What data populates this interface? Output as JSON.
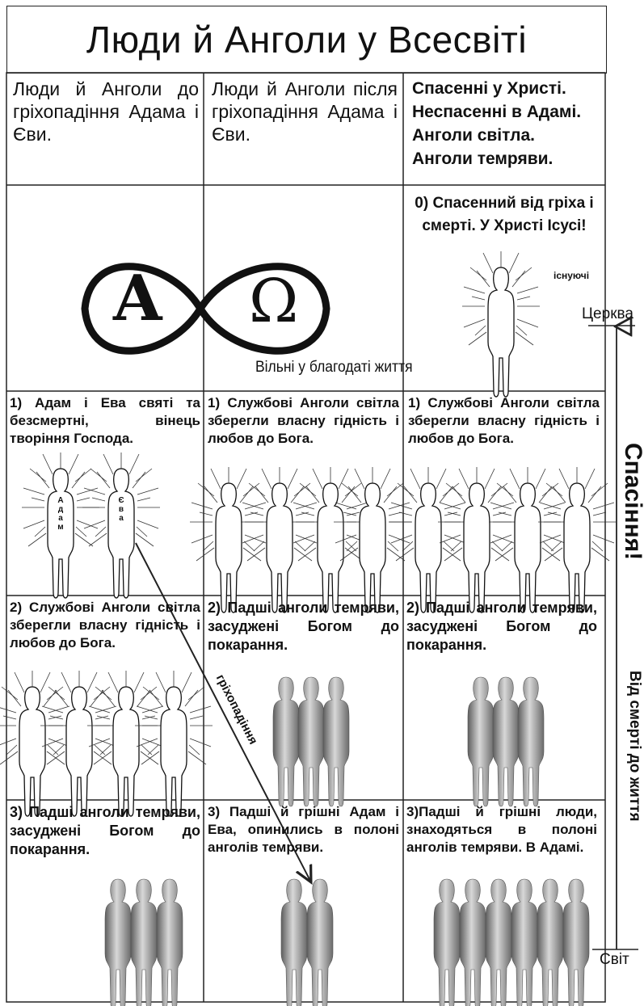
{
  "title": "Люди й Анголи у Всесвіті",
  "headers": {
    "col1": "Люди й Анголи до гріхопадіння Адама і Єви.",
    "col2": "Люди й Анголи після гріхопадіння Адама і Єви.",
    "col3": [
      "Спасенні у Христі.",
      "Неспасенні в Адамі.",
      "Анголи світла.",
      "Анголи темряви."
    ]
  },
  "row0": {
    "alpha": "A",
    "omega": "Ω",
    "free_caption": "Вільні у благодаті життя",
    "saved": "0) Спасенний від гріха і смерті. У Христі Ісусі!",
    "existing": "існуючі"
  },
  "row1": {
    "c1": "1) Адам і Ева святі та безсмертні, вінець творіння Господа.",
    "c2": "1) Службові Анголи світла зберегли власну гідність і любов до Бога.",
    "c3": "1) Службові Анголи світла зберегли власну гідність і любов до Бога.",
    "adam": "Адам",
    "eve": "Єва"
  },
  "row2": {
    "c1": "2) Службові Анголи світла зберегли власну гідність і любов до Бога.",
    "c2": "2) Падші анголи темряви, засуджені Богом до покарання.",
    "c3": "2) Падші анголи темряви, засуджені Богом до покарання."
  },
  "row3": {
    "c1": "3) Падші анголи темряви, засуджені Богом до покарання.",
    "c2": "3) Падші й грішні Адам і Ева, опинились в полоні анголів темряви.",
    "c3": "3)Падші й грішні люди, знаходяться в полоні анголів темряви. В Адамі."
  },
  "fall_label": "гріхопадіння",
  "side": {
    "church": "Церква",
    "world": "Світ",
    "salvation": "Спасіння!",
    "death_to_life": "Від смерті до життя"
  }
}
